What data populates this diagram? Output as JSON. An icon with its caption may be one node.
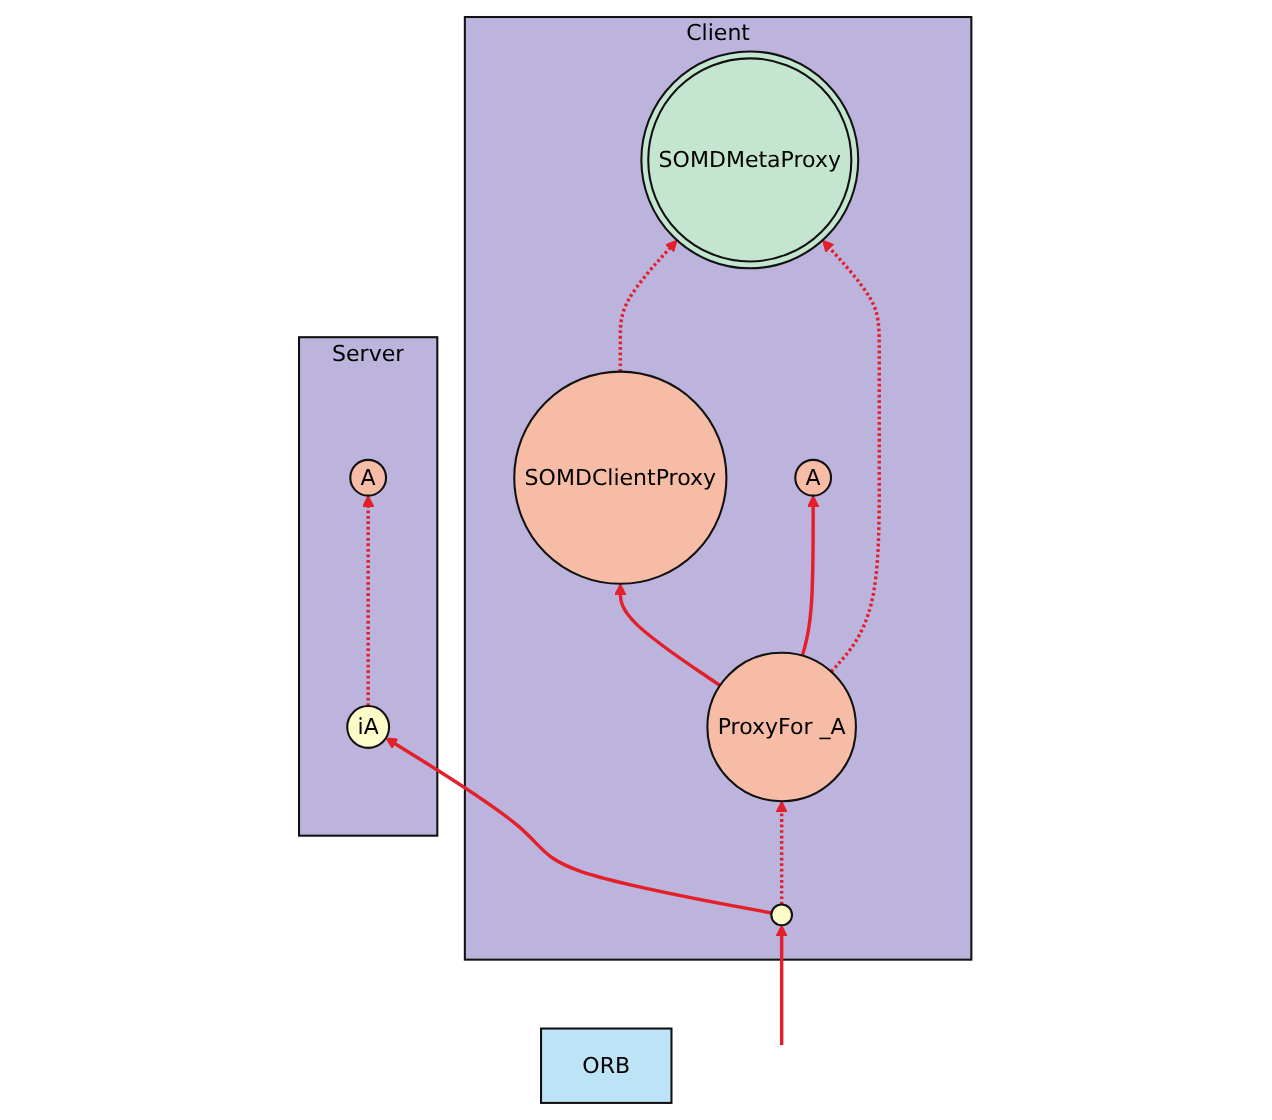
{
  "diagram": {
    "nodes": [
      {
        "text": [
          "Client"
        ]
      },
      {
        "text": [
          "SOMDMetaProxy"
        ],
        "in": 0
      },
      {
        "text": [
          "SOMDClientProxy"
        ],
        "in": 0
      },
      {
        "text": [
          "A"
        ],
        "in": 0
      },
      {
        "text": [
          "ProxyFor _A"
        ],
        "in": 0
      },
      {
        "text": [],
        "shape": "circle",
        "in": 0
      },
      {
        "text": [
          "Server"
        ]
      },
      {
        "text": [
          "A"
        ],
        "in": 6
      },
      {
        "text": [
          "iA"
        ],
        "in": 6
      },
      {
        "text": [
          "ORB"
        ]
      }
    ],
    "edges": [
      {
        "from": 2,
        "to": 1,
        "arrow": "to",
        "style": "dashed"
      },
      {
        "from": 4,
        "to": 1,
        "arrow": "to",
        "style": "dashed"
      },
      {
        "from": 4,
        "to": 2,
        "arrow": "to"
      },
      {
        "from": 4,
        "to": 3,
        "arrow": "to"
      },
      {
        "from": 5,
        "to": 4,
        "arrow": "to",
        "style": "dashed"
      },
      {
        "from": null,
        "to": 5,
        "arrow": "to"
      },
      {
        "from": 5,
        "to": 8,
        "arrow": "to"
      },
      {
        "from": 8,
        "to": 7,
        "arrow": "to",
        "style": "dashed"
      }
    ]
  }
}
